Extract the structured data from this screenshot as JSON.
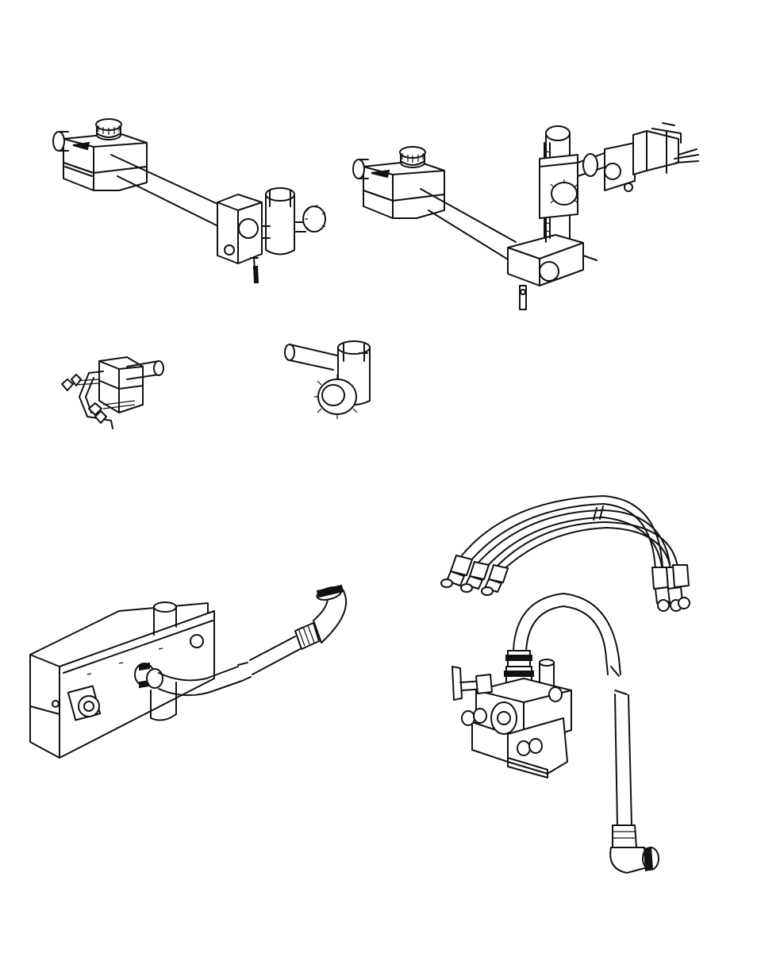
{
  "figure": {
    "background": "#ffffff",
    "line_color": "#111111",
    "parts": [
      {
        "id": "single-arm-mount-assembly",
        "icon": "single-arm-mount-icon"
      },
      {
        "id": "double-arm-mount-assembly",
        "icon": "double-arm-mount-icon"
      },
      {
        "id": "wing-nut-clamp",
        "icon": "wing-nut-clamp-icon"
      },
      {
        "id": "tube-clamp-knob",
        "icon": "tube-clamp-knob-icon"
      },
      {
        "id": "control-box-with-hose",
        "icon": "control-box-icon"
      },
      {
        "id": "hydraulic-hose-bundle",
        "icon": "hose-bundle-icon"
      },
      {
        "id": "valve-block-with-hose",
        "icon": "valve-block-icon"
      }
    ]
  }
}
